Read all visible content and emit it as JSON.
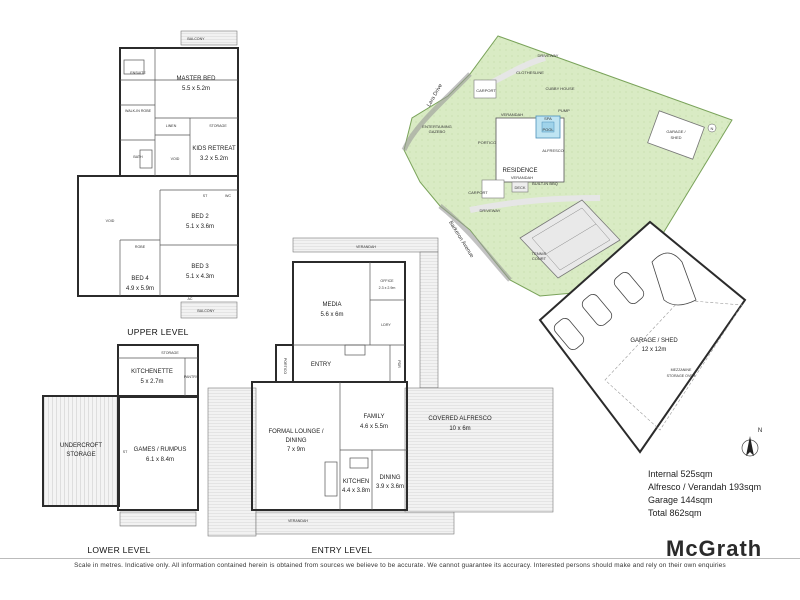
{
  "upper": {
    "balcony_top": "BALCONY",
    "master": "MASTER BED",
    "master_dim": "5.5 x 5.2m",
    "ensuite": "ENSUITE",
    "walkin": "WALK-IN ROBE",
    "linen": "LINEN",
    "storage": "STORAGE",
    "bath": "BATH",
    "void_small": "VOID",
    "kids": "KIDS RETREAT",
    "kids_dim": "3.2 x 5.2m",
    "st": "ST",
    "wc": "WC",
    "void_big": "VOID",
    "bed2": "BED 2",
    "bed2_dim": "5.1 x 3.6m",
    "bed3": "BED 3",
    "bed3_dim": "5.1 x 4.3m",
    "bed4": "BED 4",
    "bed4_dim": "4.9 x 5.9m",
    "robe": "ROBE",
    "ac": "AC",
    "balcony_bottom": "BALCONY",
    "level": "UPPER LEVEL"
  },
  "lower": {
    "storage": "STORAGE",
    "pantry": "PANTRY",
    "kitchenette": "KITCHENETTE",
    "kitchenette_dim": "5 x 2.7m",
    "undercroft1": "UNDERCROFT",
    "undercroft2": "STORAGE",
    "games": "GAMES / RUMPUS",
    "games_dim": "6.1 x 8.4m",
    "st": "ST",
    "level": "LOWER LEVEL"
  },
  "entry_level": {
    "verandah_top": "VERANDAH",
    "media": "MEDIA",
    "media_dim": "5.6 x 6m",
    "office": "OFFICE",
    "office_dim": "2.3 x 2.9m",
    "lory": "LDRY",
    "portico": "PORTICO",
    "entry": "ENTRY",
    "formal": "FORMAL LOUNGE /",
    "formal2": "DINING",
    "formal_dim": "7 x 9m",
    "family": "FAMILY",
    "family_dim": "4.6 x 5.5m",
    "alfresco": "COVERED ALFRESCO",
    "alfresco_dim": "10 x 6m",
    "kitchen": "KITCHEN",
    "kitchen_dim": "4.4 x 3.8m",
    "dining": "DINING",
    "dining_dim": "3.9 x 3.6m",
    "verandah_bottom": "VERANDAH",
    "powder": "PDR",
    "level": "ENTRY LEVEL"
  },
  "site": {
    "lara": "Lara Drive",
    "barkeron": "Barkeron Avenue",
    "driveway_top": "DRIVEWAY",
    "clothesline": "CLOTHESLINE",
    "cubby": "CUBBY HOUSE",
    "carport_top": "CARPORT",
    "pump": "PUMP",
    "spa": "SPA",
    "pool": "POOL",
    "verandah": "VERANDAH",
    "gazebo1": "ENTERTAINING",
    "gazebo2": "GAZEBO",
    "portico": "PORTICO",
    "alfresco": "ALFRESCO",
    "residence": "RESIDENCE",
    "verandah2": "VERANDAH",
    "bbq": "BUILT-IN BBQ",
    "deck": "DECK",
    "carport_bottom": "CARPORT",
    "driveway_bottom": "DRIVEWAY",
    "garage": "GARAGE /",
    "shed": "SHED",
    "tennis": "TENNIS",
    "court": "COURT",
    "north": "N"
  },
  "garage": {
    "title": "GARAGE / SHED",
    "dim": "12 x 12m",
    "mezz1": "MEZZANINE",
    "mezz2": "STORAGE OVER",
    "north": "N"
  },
  "stats": {
    "internal": "Internal 525sqm",
    "alfresco": "Alfresco / Verandah 193sqm",
    "garage": "Garage  144sqm",
    "total": "Total  862sqm"
  },
  "brand": {
    "logo": "McGrath"
  },
  "disclaimer": "Scale in metres. Indicative only. All information contained herein is obtained from sources we believe to be accurate. We cannot guarantee its accuracy. Interested persons should make and rely on their own enquiries"
}
